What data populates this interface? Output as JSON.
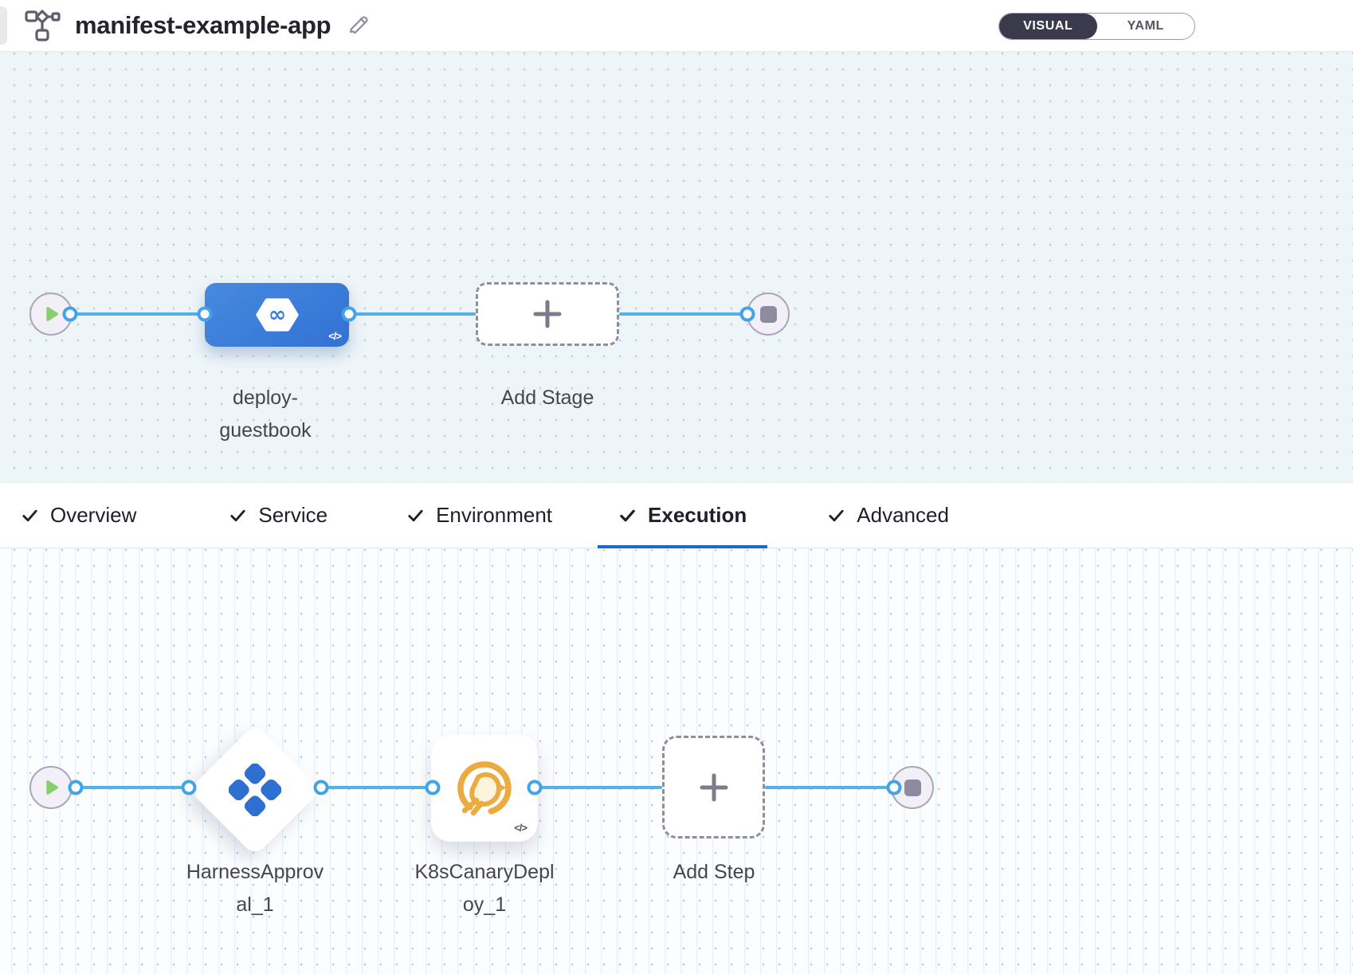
{
  "header": {
    "title": "manifest-example-app",
    "view_toggle": {
      "visual": "VISUAL",
      "yaml": "YAML",
      "active": "VISUAL"
    }
  },
  "stage_pipeline": {
    "stage_name": "deploy-guestbook",
    "add_stage_label": "Add Stage",
    "code_badge": "</>"
  },
  "tabs": {
    "active": "Execution",
    "items": [
      {
        "label": "Overview",
        "checked": true
      },
      {
        "label": "Service",
        "checked": true
      },
      {
        "label": "Environment",
        "checked": true
      },
      {
        "label": "Execution",
        "checked": true
      },
      {
        "label": "Advanced",
        "checked": true
      }
    ]
  },
  "execution_pipeline": {
    "steps": [
      {
        "name": "HarnessApproval_1",
        "type": "harness-approval"
      },
      {
        "name": "K8sCanaryDeploy_1",
        "type": "k8s-canary-deploy"
      }
    ],
    "add_step_label": "Add Step",
    "code_badge": "</>"
  },
  "icons": {
    "header_left": "pipeline-icon",
    "title_edit": "pencil-icon",
    "stage": "hexagon-infinity-icon",
    "approval_step": "approval-diamond-icon",
    "canary_step": "canary-bird-icon",
    "start": "play-icon",
    "end": "stop-icon",
    "add": "plus-icon",
    "code": "code-icon",
    "tab_check": "check-icon"
  },
  "colors": {
    "stage_blue": "#3b7cd9",
    "connector_blue": "#55afe8",
    "tab_underline_blue": "#1a6acd",
    "canary_orange": "#ecab3e",
    "approval_blue": "#2f6fd1",
    "play_green": "#85cf6d",
    "canvas_top_bg": "#eef5f9",
    "canvas_bottom_bg": "#fcfdfe",
    "toggle_dark": "#3b3a4c"
  }
}
